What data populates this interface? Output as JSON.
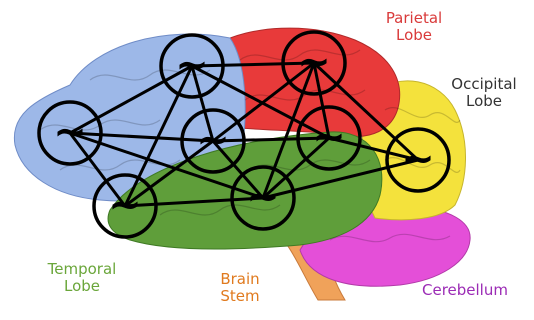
{
  "labels": {
    "parietal": [
      "Parietal",
      "Lobe"
    ],
    "occipital": [
      "Occipital",
      "Lobe"
    ],
    "temporal": [
      "Temporal",
      "Lobe"
    ],
    "brainstem": [
      "Brain",
      "Stem"
    ],
    "cerebellum": [
      "Cerebellum"
    ]
  },
  "colors": {
    "frontal": "#9db8e8",
    "parietal": "#e83a3a",
    "occipital": "#f4e23c",
    "temporal": "#5f9e3a",
    "brainstem": "#f0a25a",
    "cerebellum": "#e44fd8",
    "parietal_text": "#d93a3a",
    "occipital_text": "#333333",
    "temporal_text": "#6aa63a",
    "brainstem_text": "#e07a1e",
    "cerebellum_text": "#9b2bb5",
    "node_stroke": "#000000"
  },
  "nodes": [
    {
      "id": "n1",
      "symbol": "~"
    },
    {
      "id": "n2",
      "symbol": "~"
    },
    {
      "id": "n3",
      "symbol": "~"
    },
    {
      "id": "n4",
      "symbol": "~"
    },
    {
      "id": "n5",
      "symbol": "~"
    },
    {
      "id": "n6",
      "symbol": "~"
    },
    {
      "id": "n7",
      "symbol": "~"
    },
    {
      "id": "n8",
      "symbol": "~"
    }
  ],
  "edges": [
    [
      "n1",
      "n2"
    ],
    [
      "n1",
      "n3"
    ],
    [
      "n1",
      "n4"
    ],
    [
      "n1",
      "n7"
    ],
    [
      "n2",
      "n3"
    ],
    [
      "n2",
      "n4"
    ],
    [
      "n2",
      "n5"
    ],
    [
      "n2",
      "n6"
    ],
    [
      "n3",
      "n4"
    ],
    [
      "n3",
      "n5"
    ],
    [
      "n3",
      "n6"
    ],
    [
      "n3",
      "n7"
    ],
    [
      "n4",
      "n7"
    ],
    [
      "n5",
      "n6"
    ],
    [
      "n5",
      "n7"
    ],
    [
      "n6",
      "n7"
    ],
    [
      "n5",
      "n8"
    ],
    [
      "n6",
      "n8"
    ],
    [
      "n7",
      "n8"
    ]
  ]
}
